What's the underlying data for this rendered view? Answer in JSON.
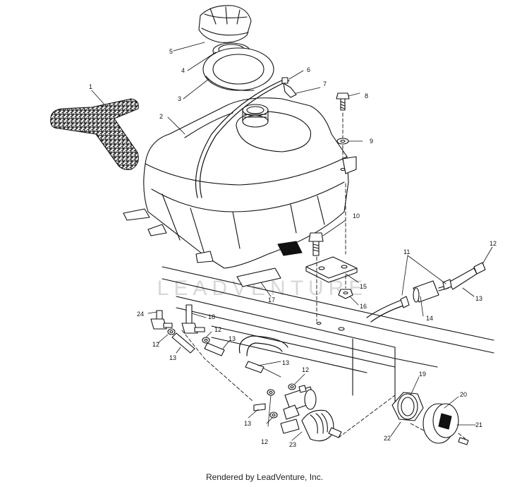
{
  "callouts": [
    {
      "id": "1",
      "label": "1"
    },
    {
      "id": "2",
      "label": "2"
    },
    {
      "id": "3",
      "label": "3"
    },
    {
      "id": "4",
      "label": "4"
    },
    {
      "id": "5",
      "label": "5"
    },
    {
      "id": "6",
      "label": "6"
    },
    {
      "id": "7",
      "label": "7"
    },
    {
      "id": "8",
      "label": "8"
    },
    {
      "id": "9",
      "label": "9"
    },
    {
      "id": "10",
      "label": "10"
    },
    {
      "id": "11",
      "label": "11"
    },
    {
      "id": "12a",
      "label": "12"
    },
    {
      "id": "12b",
      "label": "12"
    },
    {
      "id": "12c",
      "label": "12"
    },
    {
      "id": "12d",
      "label": "12"
    },
    {
      "id": "12e",
      "label": "12"
    },
    {
      "id": "13a",
      "label": "13"
    },
    {
      "id": "13b",
      "label": "13"
    },
    {
      "id": "13c",
      "label": "13"
    },
    {
      "id": "13d",
      "label": "13"
    },
    {
      "id": "13e",
      "label": "13"
    },
    {
      "id": "14",
      "label": "14"
    },
    {
      "id": "15",
      "label": "15"
    },
    {
      "id": "16",
      "label": "16"
    },
    {
      "id": "17",
      "label": "17"
    },
    {
      "id": "18",
      "label": "18"
    },
    {
      "id": "19",
      "label": "19"
    },
    {
      "id": "20",
      "label": "20"
    },
    {
      "id": "21",
      "label": "21"
    },
    {
      "id": "22",
      "label": "22"
    },
    {
      "id": "23",
      "label": "23"
    },
    {
      "id": "24",
      "label": "24"
    }
  ],
  "watermark": "LEADVENTURE",
  "footer": "Rendered by LeadVenture, Inc."
}
